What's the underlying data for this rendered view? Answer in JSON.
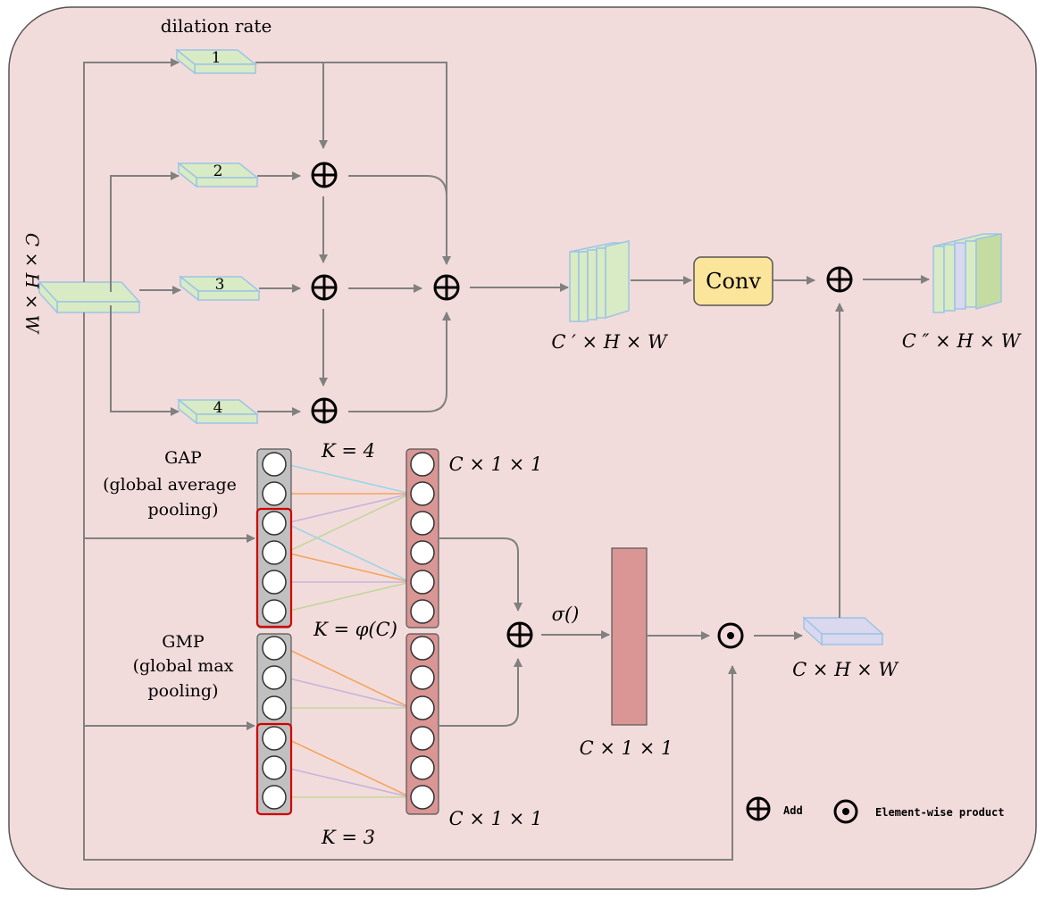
{
  "header": {
    "dilation_label": "dilation rate",
    "input_dims": "C × H × W"
  },
  "branches": [
    {
      "rate": "1"
    },
    {
      "rate": "2"
    },
    {
      "rate": "3"
    },
    {
      "rate": "4"
    }
  ],
  "labels": {
    "concat_dims": "C ′ × H × W",
    "conv": "Conv",
    "output_dims": "C ″ × H × W",
    "gap_line1": "GAP",
    "gap_line2": "(global average",
    "gap_line3": "pooling)",
    "gmp_line1": "GMP",
    "gmp_line2": "(global max",
    "gmp_line3": "pooling)",
    "k_top": "K = 4",
    "k_mid": "K = φ(C)",
    "k_bottom": "K = 3",
    "c11_top": "C × 1 × 1",
    "c11_bottom": "C × 1 × 1",
    "c11_sigma": "C × 1 × 1",
    "sigma": "σ()",
    "product_dims": "C × H × W"
  },
  "legend": {
    "add_symbol": "⊕",
    "add_label": "Add",
    "product_symbol": "⊙",
    "product_label": "Element-wise product"
  },
  "colors": {
    "panel_bg": "#f2dcdb",
    "feature_green": "#d8ebc4",
    "pool_gray": "#c0c0c0",
    "conv_fill": "#fbe59a",
    "attention_red": "#d99694",
    "product_lavender": "#d9d8ee",
    "edge_blue": "#9cd5e6",
    "edge_orange": "#f4a460",
    "edge_purple": "#c6b4db",
    "edge_green": "#c3d69b"
  }
}
